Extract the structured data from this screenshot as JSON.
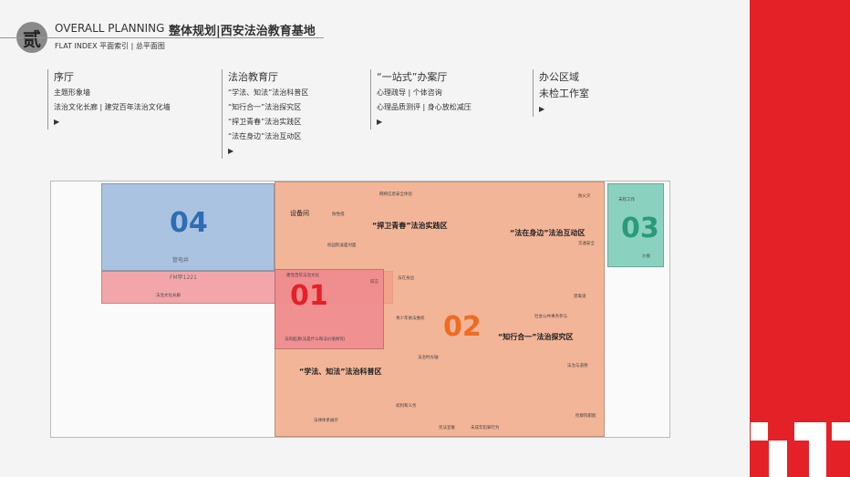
{
  "header": {
    "badge": "贰",
    "title_en": "OVERALL PLANNING",
    "title_cn": "整体规划|西安法治教育基地",
    "subtitle": "FLAT INDEX  平面索引 | 总平面图"
  },
  "index": [
    {
      "title": "序厅",
      "items": [
        "主题形象墙",
        "法治文化长廊 | 建党百年法治文化墙"
      ]
    },
    {
      "title": "法治教育厅",
      "items": [
        "“学法、知法”法治科普区",
        "“知行合一”法治探究区",
        "“捍卫青春”法治实践区",
        "“法在身边”法治互动区"
      ]
    },
    {
      "title": "“一站式”办案厅",
      "items": [
        "心理疏导 | 个体咨询",
        "心理品质测评 | 身心放松减压"
      ]
    },
    {
      "title": "办公区域",
      "items": [
        "未检工作室"
      ]
    }
  ],
  "arrow": "▶",
  "zones": {
    "z01": "01",
    "z02": "02",
    "z03": "03",
    "z04": "04"
  },
  "plan_labels": {
    "equipment": "设备间",
    "practice": "“捍卫青春”法治实践区",
    "interact": "“法在身边”法治互动区",
    "explore": "“知行合一”法治探究区",
    "science": "“学法、知法”法治科普区",
    "well": "管电井",
    "door": "FM甲1221"
  },
  "small_labels": [
    "网络信息安全体验",
    "防性侵",
    "校园欺凌面对面",
    "防火灾",
    "交通安全",
    "建党百年法治文化",
    "前言",
    "法在身边",
    "法治文化长廊",
    "禁毒道",
    "青少年依法维权",
    "社会公共事务参与",
    "法的起源(法是什么和法价值探究)",
    "法治时光轴",
    "法治与道德",
    "权利和义务",
    "法律体系展示",
    "宪法宣誓",
    "检察院职能",
    "未成年犯罪行为",
    "未检工作",
    "沙盘"
  ],
  "colors": {
    "accent": "#e52128",
    "z01": "#f08a8f",
    "z02": "#f0a47f",
    "z03": "#5bbfa5",
    "z04": "#8fb0d8"
  }
}
